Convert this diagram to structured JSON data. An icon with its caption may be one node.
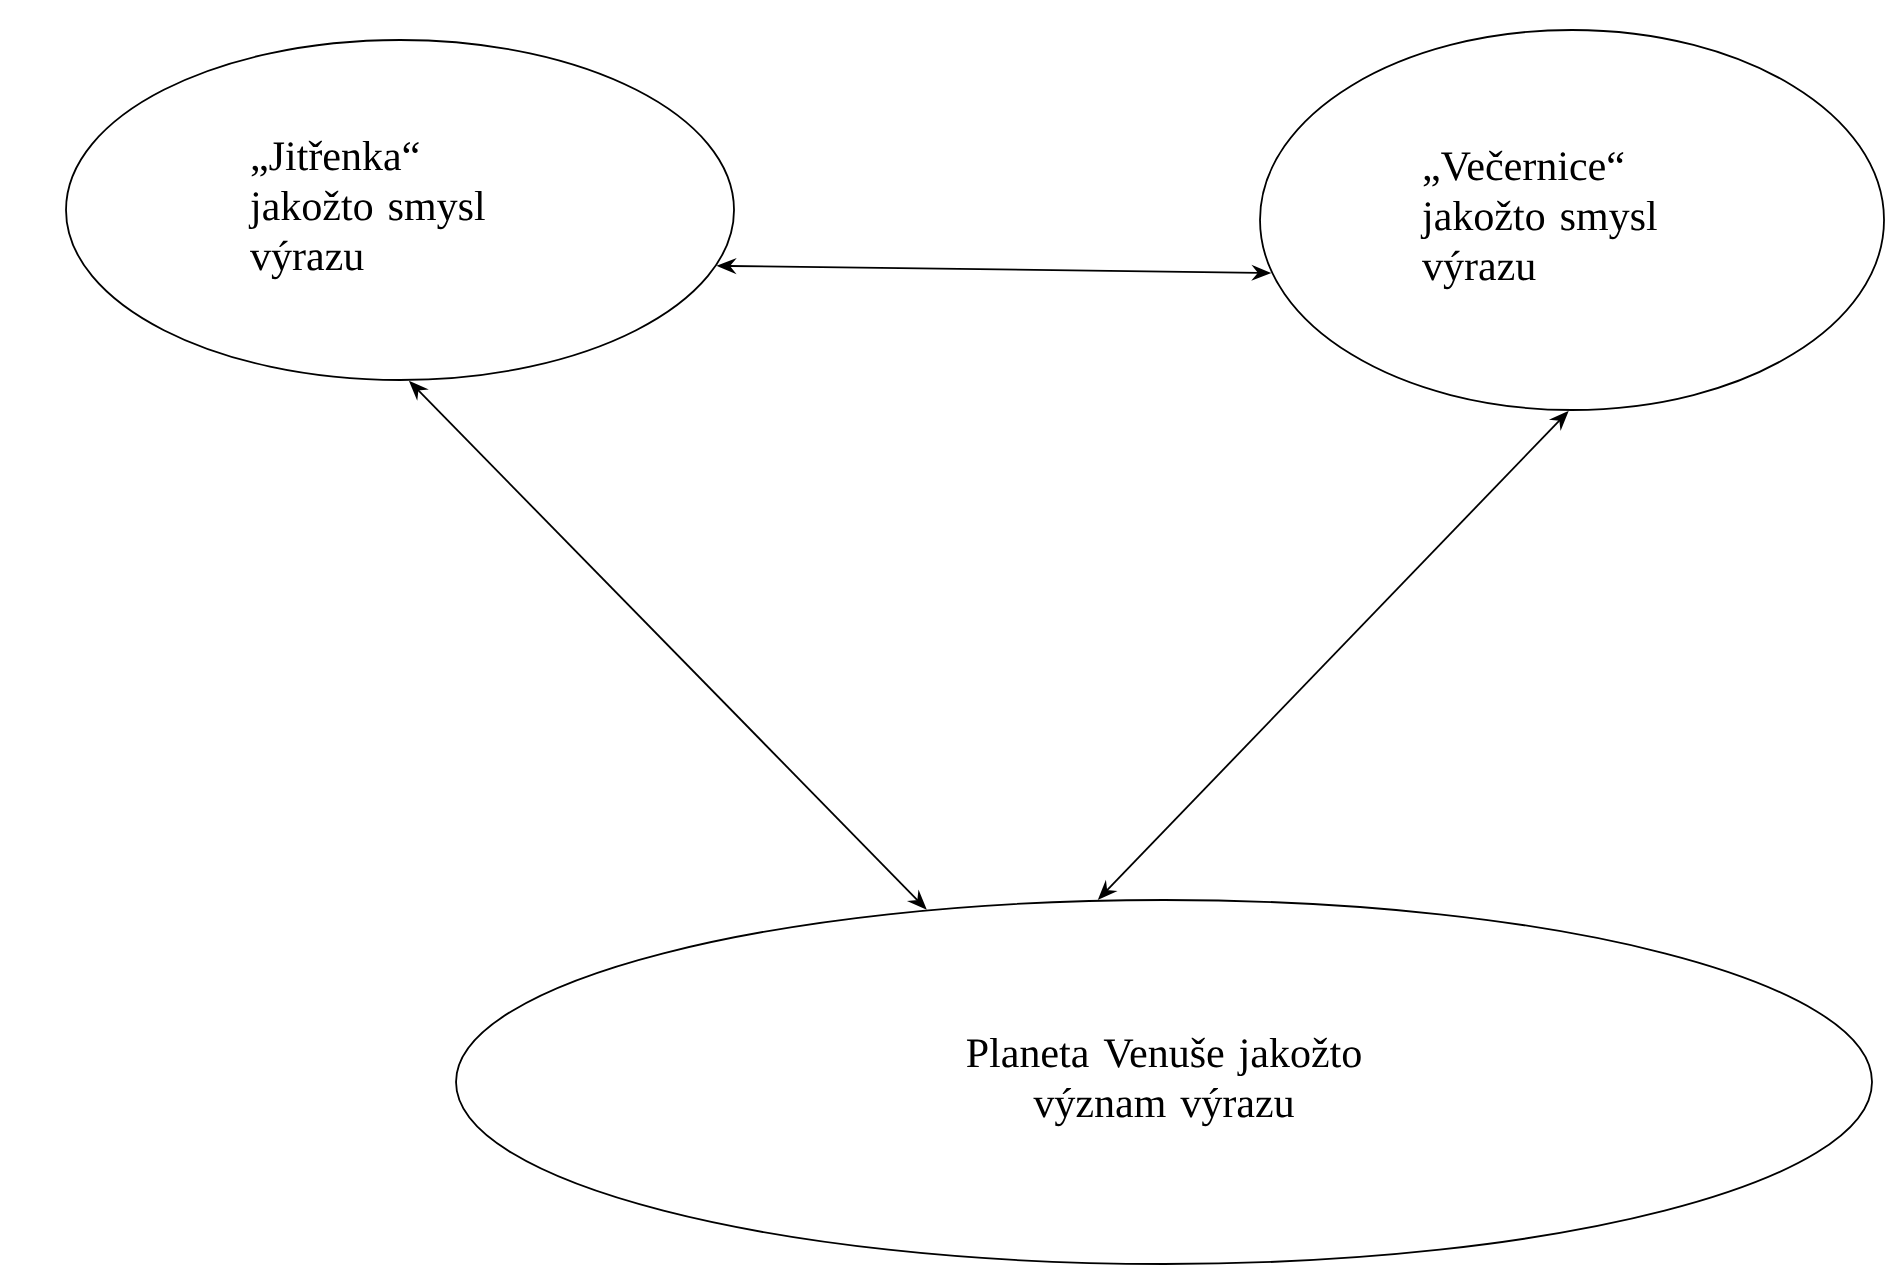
{
  "diagram": {
    "nodes": [
      {
        "text": [
          "„Jitřenka“ jakožto smysl výrazu"
        ]
      },
      {
        "text": [
          "„Večernice“ jakožto smysl výrazu"
        ]
      },
      {
        "text": [
          "Planeta Venuše jakožto význam výrazu"
        ]
      }
    ],
    "edges": [
      {
        "from": 0,
        "to": 1,
        "arrow": "both"
      },
      {
        "from": 0,
        "to": 2,
        "arrow": "both"
      },
      {
        "from": 1,
        "to": 2,
        "arrow": "both"
      }
    ]
  }
}
